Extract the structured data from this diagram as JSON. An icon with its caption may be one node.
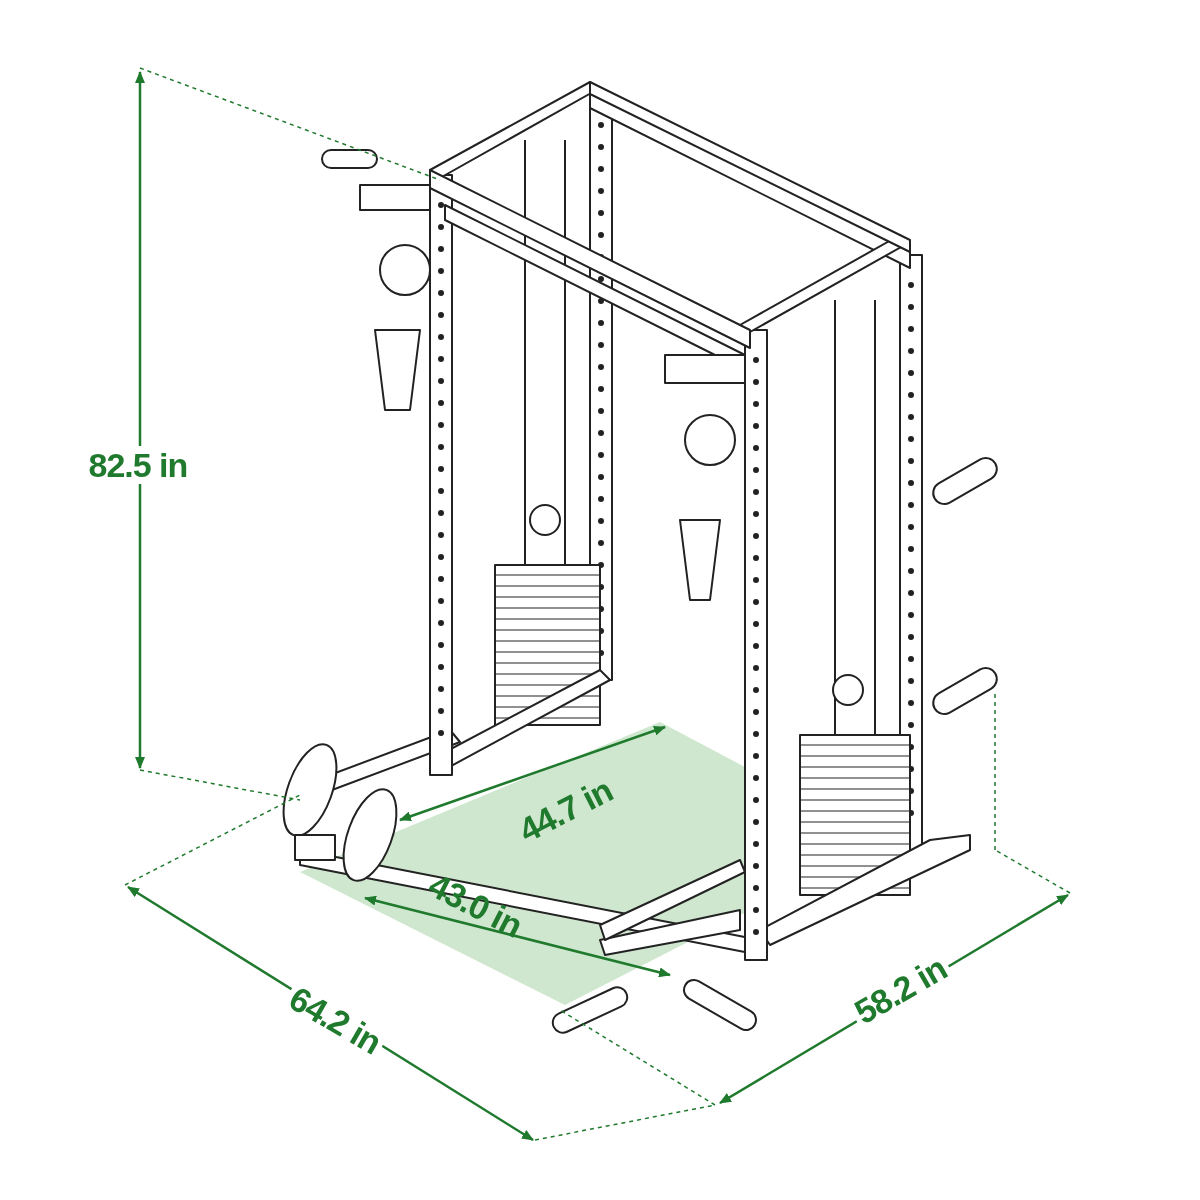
{
  "diagram": {
    "labels": [
      "82.5 in",
      "44.7 in",
      "43.0 in",
      "58.2 in",
      "64.2 in"
    ]
  }
}
